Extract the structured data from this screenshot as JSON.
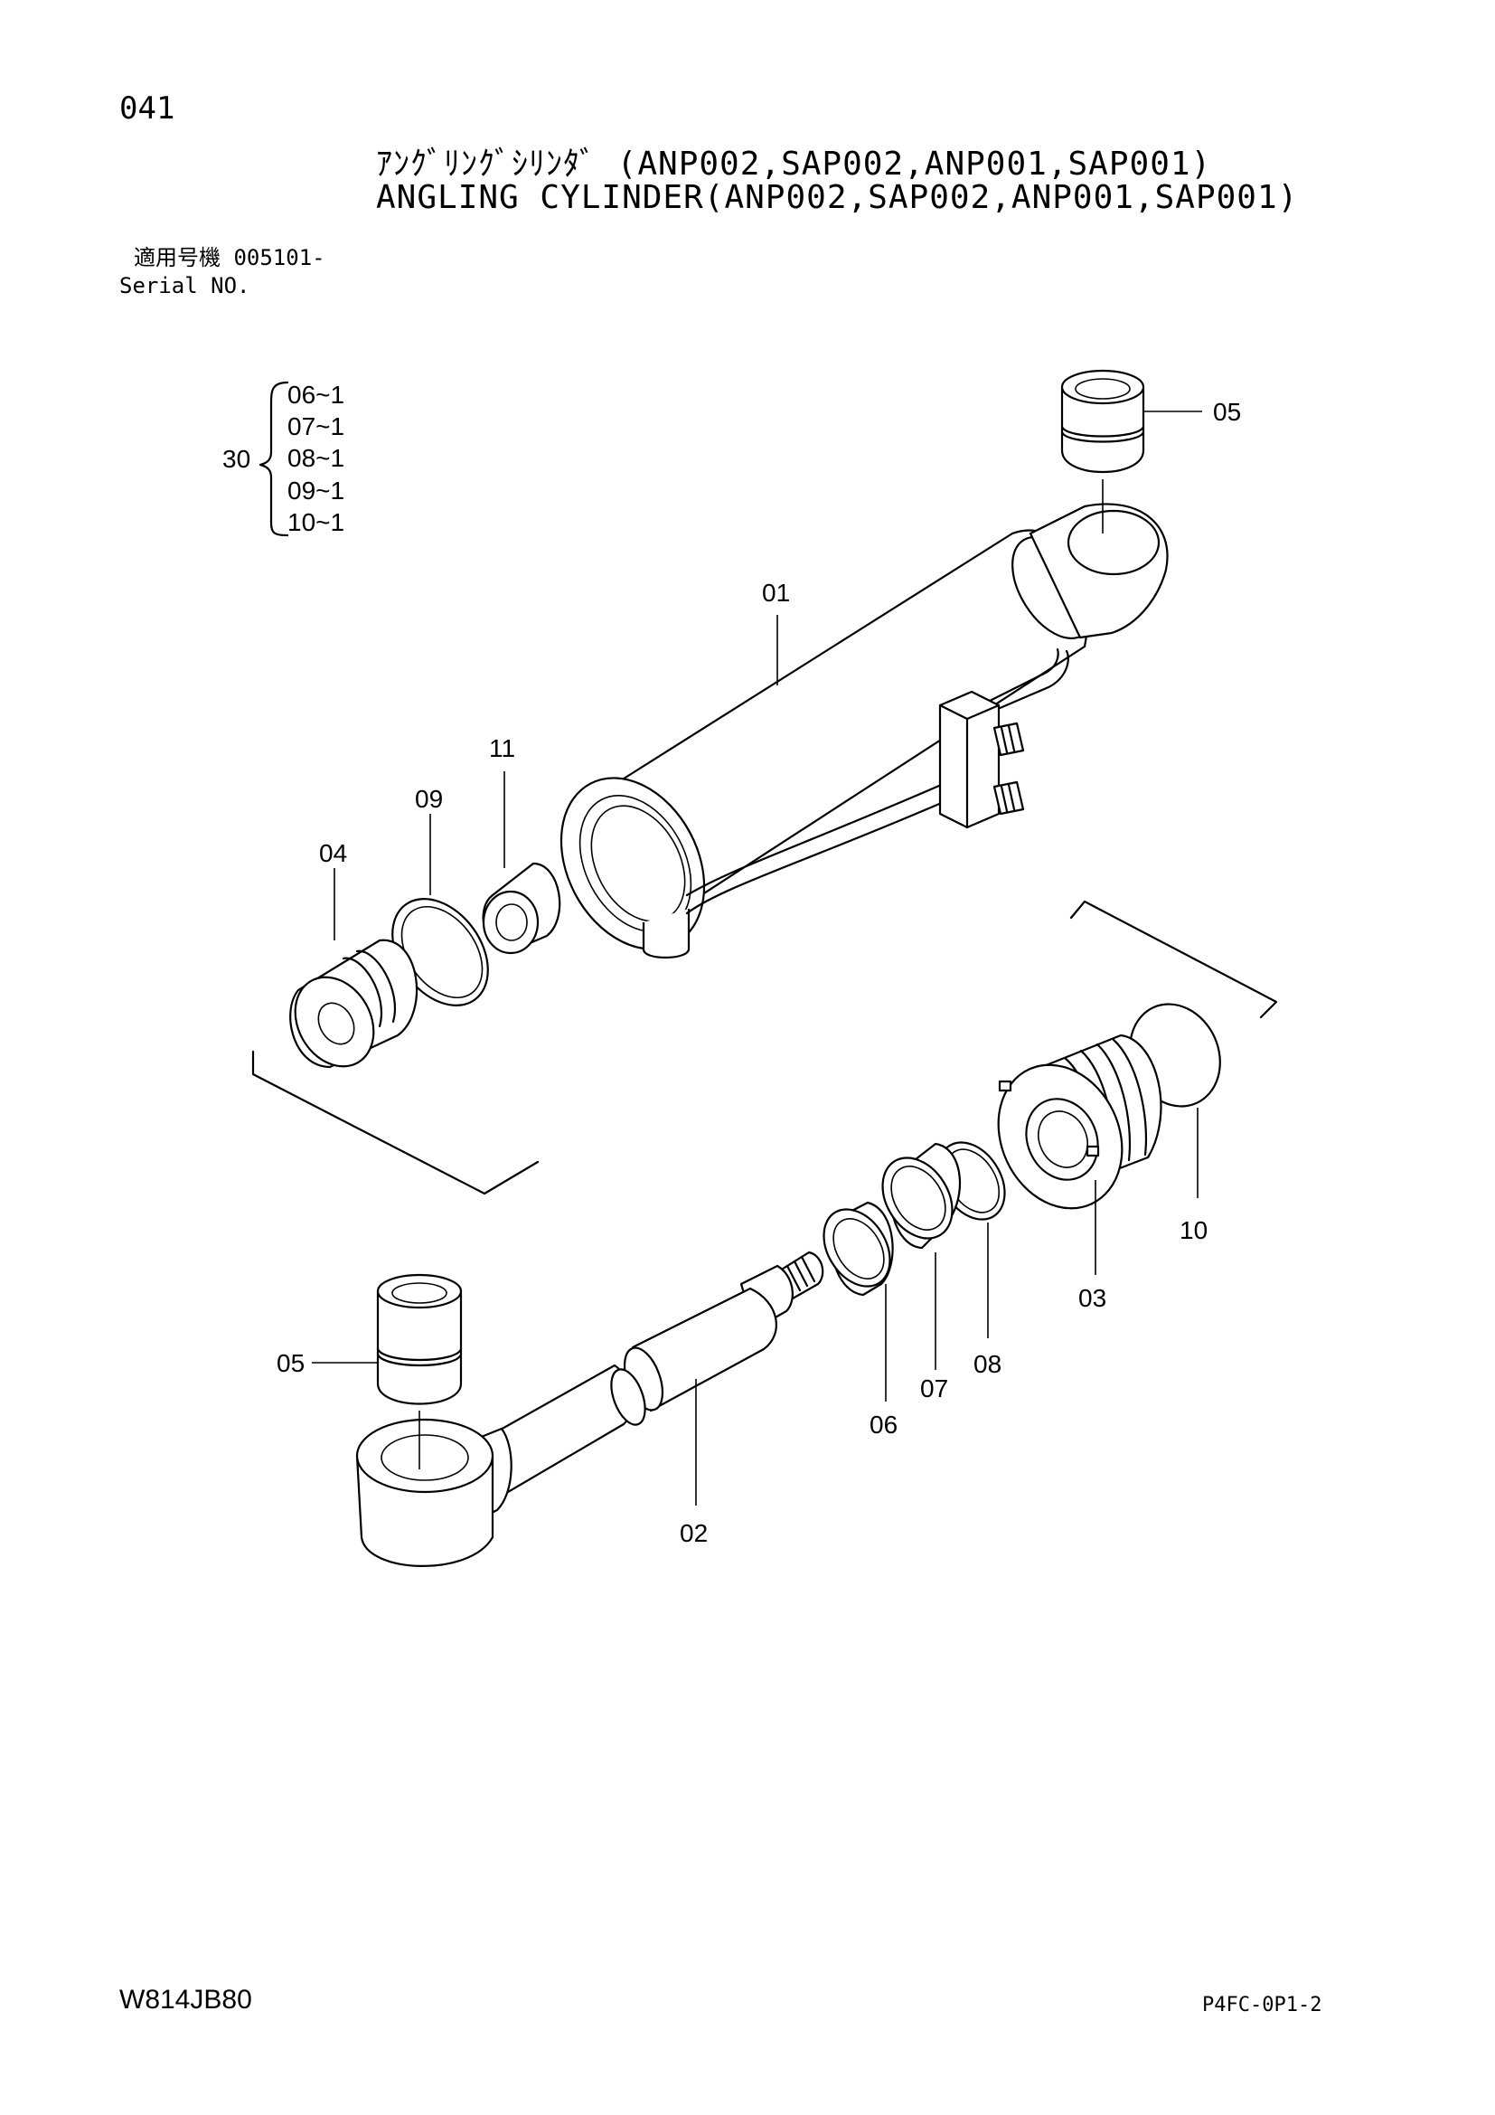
{
  "page_number": "041",
  "title": {
    "japanese": "ｱﾝｸﾞﾘﾝｸﾞｼﾘﾝﾀﾞ (ANP002,SAP002,ANP001,SAP001)",
    "english": "ANGLING CYLINDER(ANP002,SAP002,ANP001,SAP001)"
  },
  "serial": {
    "label_jp": "適用号機 005101-",
    "label_en": "Serial NO."
  },
  "kit": {
    "number": "30",
    "items": [
      "06~1",
      "07~1",
      "08~1",
      "09~1",
      "10~1"
    ]
  },
  "callouts": {
    "p01": "01",
    "p02": "02",
    "p03": "03",
    "p04": "04",
    "p05_top": "05",
    "p05_bottom": "05",
    "p06": "06",
    "p07": "07",
    "p08": "08",
    "p09": "09",
    "p10": "10",
    "p11": "11"
  },
  "footer": {
    "doc_code": "W814JB80",
    "sheet_code": "P4FC-0P1-2"
  }
}
